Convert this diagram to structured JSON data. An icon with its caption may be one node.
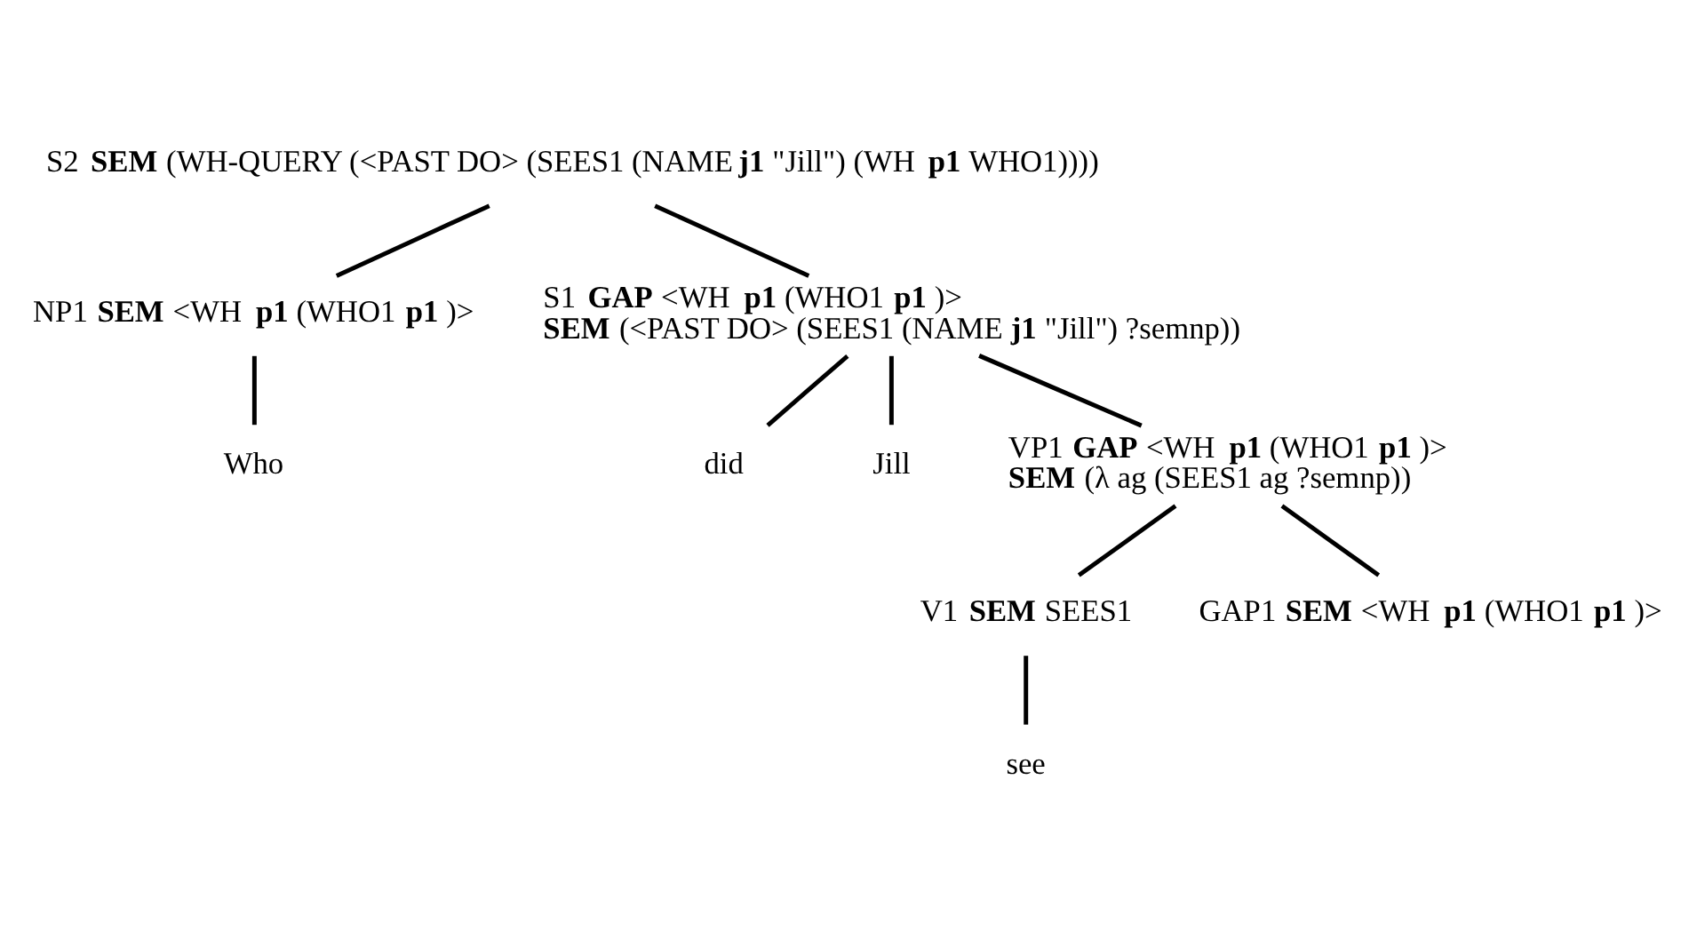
{
  "diagram": {
    "nodes": [
      {
        "text": [
          "S2 **SEM** (WH-QUERY (<PAST DO> (SEES1 (NAME **j1** \"Jill\") (WH **p1** WHO1))))"
        ]
      },
      {
        "text": [
          "NP1 **SEM** <WH **p1** (WHO1 **p1** )>"
        ]
      },
      {
        "text": [
          "S1 **GAP** <WH **p1** (WHO1 **p1** )>",
          "**SEM** (<PAST DO> (SEES1 (NAME **j1** \"Jill\") ?semnp))"
        ]
      },
      {
        "text": [
          "VP1 **GAP** <WH **p1** (WHO1 **p1** )>",
          "**SEM** (λ ag (SEES1 ag ?semnp))"
        ]
      },
      {
        "text": [
          "GAP1 **SEM** <WH **p1** (WHO1 **p1** )>"
        ]
      },
      {
        "text": [
          "V1 **SEM** SEES1"
        ]
      },
      {
        "text": [
          "Who"
        ]
      },
      {
        "text": [
          "did"
        ]
      },
      {
        "text": [
          "Jill"
        ]
      },
      {
        "text": [
          "see"
        ]
      }
    ],
    "edges": [
      {
        "from": 0,
        "to": 1,
        "arrow": "none"
      },
      {
        "from": 0,
        "to": 2,
        "arrow": "none"
      },
      {
        "from": 1,
        "to": 6,
        "arrow": "none"
      },
      {
        "from": 2,
        "to": 7,
        "arrow": "none"
      },
      {
        "from": 2,
        "to": 8,
        "arrow": "none"
      },
      {
        "from": 2,
        "to": 3,
        "arrow": "none"
      },
      {
        "from": 3,
        "to": 5,
        "arrow": "none"
      },
      {
        "from": 3,
        "to": 4,
        "arrow": "none"
      },
      {
        "from": 5,
        "to": 9,
        "arrow": "none"
      }
    ]
  }
}
